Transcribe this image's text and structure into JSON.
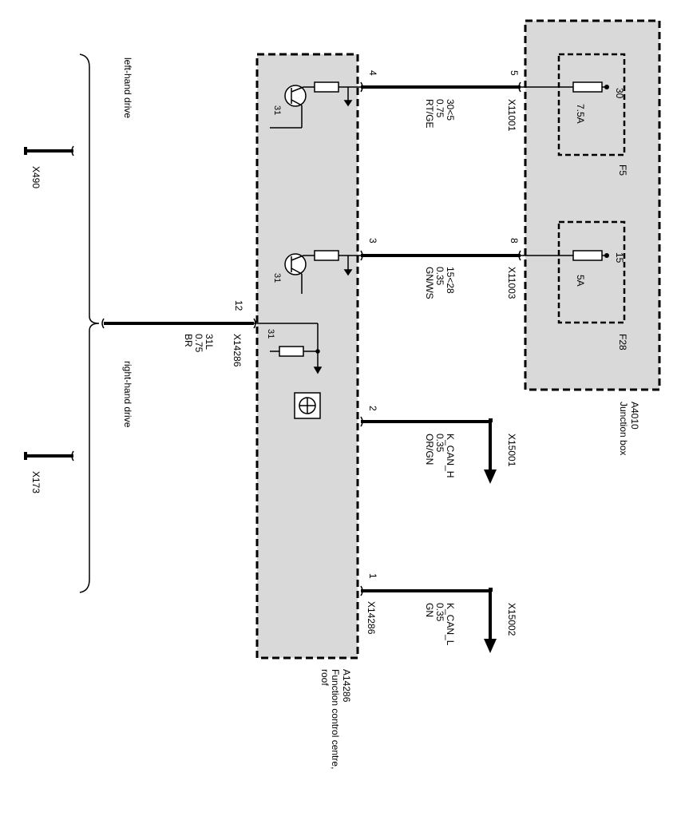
{
  "junction_box": {
    "id": "A4010",
    "name": "Junction box",
    "fuses": [
      {
        "id": "F5",
        "rating": "7.5A",
        "terminal": "30"
      },
      {
        "id": "F28",
        "rating": "5A",
        "terminal": "15"
      }
    ]
  },
  "function_centre": {
    "id": "A14286",
    "name_line1": "Function control centre,",
    "name_line2": "roof",
    "transistor_ground": "31",
    "resistor_ground": "31"
  },
  "wires": [
    {
      "pin": "4",
      "conn_pin": "5",
      "connector": "X11001",
      "signal": "30<5",
      "gauge": "0.75",
      "color": "RT/GE"
    },
    {
      "pin": "3",
      "conn_pin": "8",
      "connector": "X11003",
      "signal": "15<28",
      "gauge": "0.35",
      "color": "GN/WS"
    },
    {
      "pin": "2",
      "connector": "X15001",
      "signal": "K_CAN_H",
      "gauge": "0.35",
      "color": "OR/GN"
    },
    {
      "pin": "1",
      "connector": "X15002",
      "signal": "K_CAN_L",
      "gauge": "0.35",
      "color": "GN",
      "local_connector": "X14286"
    },
    {
      "pin": "12",
      "connector": "X14286",
      "signal": "31L",
      "gauge": "0.75",
      "color": "BR"
    }
  ],
  "ground_points": [
    {
      "id": "X490",
      "label": "left-hand drive"
    },
    {
      "id": "X173",
      "label": "right-hand drive"
    }
  ]
}
